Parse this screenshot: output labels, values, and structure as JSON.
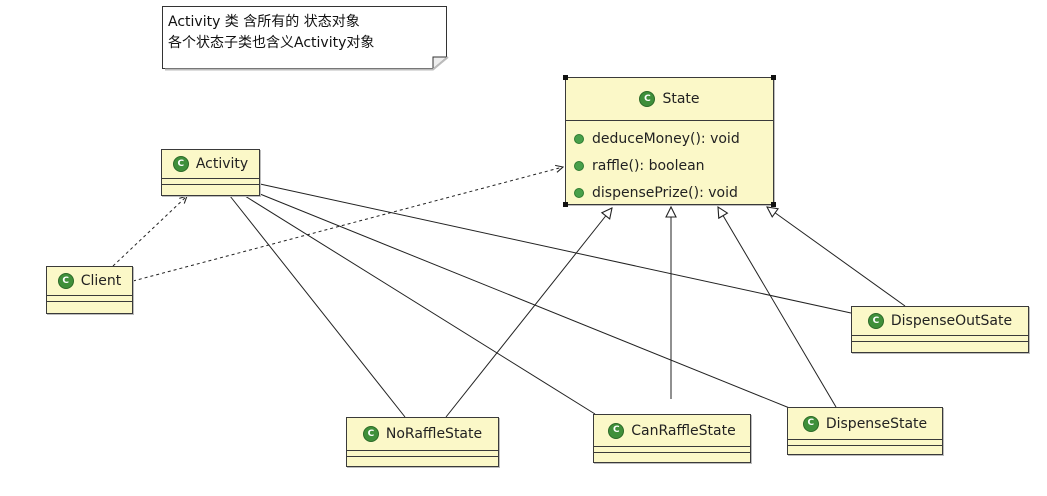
{
  "note": {
    "lines": [
      "Activity 类 含所有的 状态对象",
      "各个状态子类也含义Activity对象"
    ]
  },
  "classes": {
    "state": {
      "name": "State",
      "operations": [
        "deduceMoney(): void",
        "raffle(): boolean",
        "dispensePrize(): void"
      ]
    },
    "activity": {
      "name": "Activity"
    },
    "client": {
      "name": "Client"
    },
    "dispense_out_sate": {
      "name": "DispenseOutSate"
    },
    "no_raffle_state": {
      "name": "NoRaffleState"
    },
    "can_raffle_state": {
      "name": "CanRaffleState"
    },
    "dispense_state": {
      "name": "DispenseState"
    }
  },
  "icons": {
    "class_icon": "class-icon",
    "operation_icon": "public-operation-icon"
  },
  "colors": {
    "class_fill": "#fbf8c8",
    "class_border": "#3a3a3a",
    "class_icon": "#3f8f3a",
    "operation_icon": "#48a04a",
    "line": "#222222"
  }
}
